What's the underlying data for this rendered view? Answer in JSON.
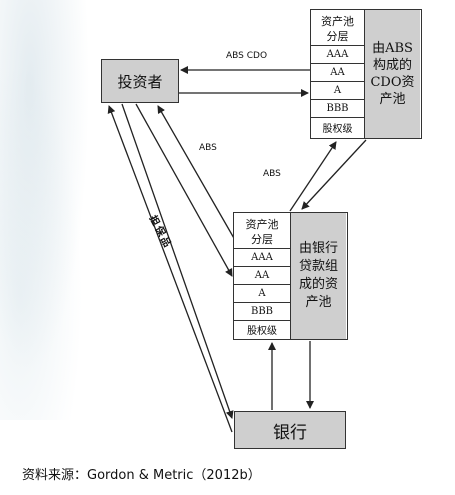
{
  "nodes": {
    "investor": "投资者",
    "bank": "银行"
  },
  "cdo_pool": {
    "header": [
      "资产池",
      "分层"
    ],
    "tranches": [
      "AAA",
      "AA",
      "A",
      "BBB",
      "股权级"
    ],
    "side": [
      "由ABS",
      "构成的",
      "CDO资",
      "产池"
    ]
  },
  "bank_pool": {
    "header": [
      "资产池",
      "分层"
    ],
    "tranches": [
      "AAA",
      "AA",
      "A",
      "BBB",
      "股权级"
    ],
    "side": [
      "由银行",
      "贷款组",
      "成的资",
      "产池"
    ]
  },
  "edge_labels": {
    "abs_cdo": "ABS CDO",
    "abs_left": "ABS",
    "abs_right": "ABS",
    "collateral": "担保品"
  },
  "source": "资料来源：Gordon & Metric（2012b）",
  "colors": {
    "box_fill": "#cfcfcf",
    "stroke": "#222222"
  }
}
